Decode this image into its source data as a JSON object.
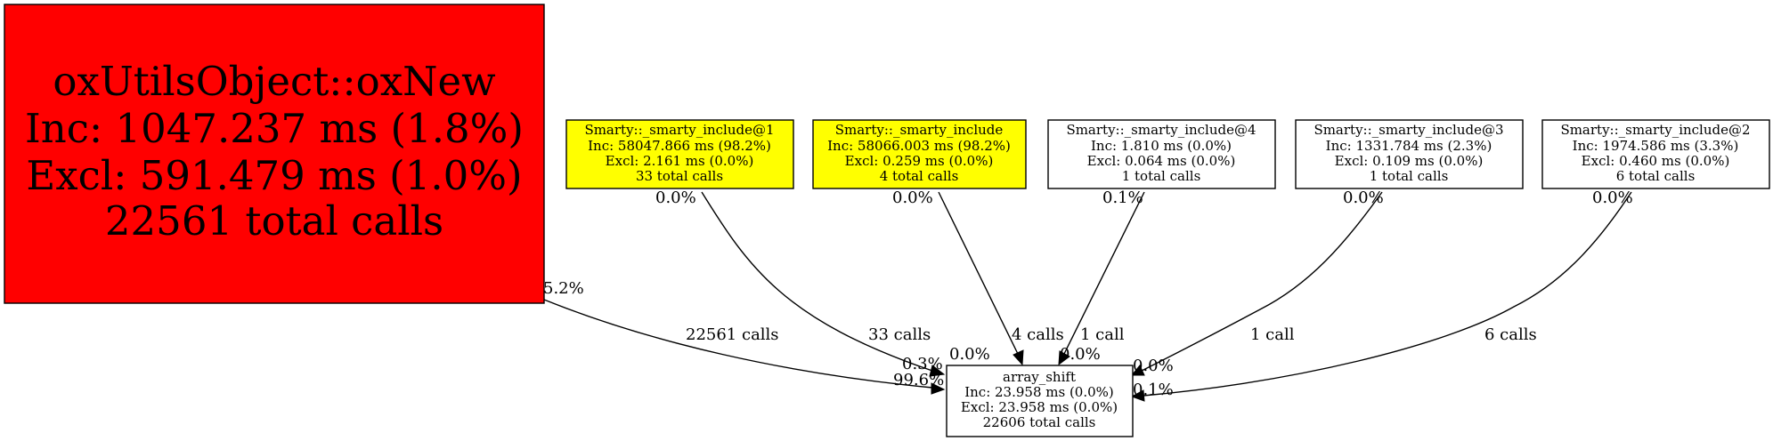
{
  "colors": {
    "hot": "#ff0000",
    "warm": "#ffff00",
    "neutral": "#ffffff",
    "line": "#000000"
  },
  "nodes": {
    "oxnew": {
      "fill": "#ff0000",
      "lines": [
        "oxUtilsObject::oxNew",
        "Inc: 1047.237 ms (1.8%)",
        "Excl: 591.479 ms (1.0%)",
        "22561 total calls"
      ]
    },
    "inc1": {
      "fill": "#ffff00",
      "lines": [
        "Smarty::_smarty_include@1",
        "Inc: 58047.866 ms (98.2%)",
        "Excl: 2.161 ms (0.0%)",
        "33 total calls"
      ]
    },
    "inc": {
      "fill": "#ffff00",
      "lines": [
        "Smarty::_smarty_include",
        "Inc: 58066.003 ms (98.2%)",
        "Excl: 0.259 ms (0.0%)",
        "4 total calls"
      ]
    },
    "inc4": {
      "fill": "#ffffff",
      "lines": [
        "Smarty::_smarty_include@4",
        "Inc: 1.810 ms (0.0%)",
        "Excl: 0.064 ms (0.0%)",
        "1 total calls"
      ]
    },
    "inc3": {
      "fill": "#ffffff",
      "lines": [
        "Smarty::_smarty_include@3",
        "Inc: 1331.784 ms (2.3%)",
        "Excl: 0.109 ms (0.0%)",
        "1 total calls"
      ]
    },
    "inc2": {
      "fill": "#ffffff",
      "lines": [
        "Smarty::_smarty_include@2",
        "Inc: 1974.586 ms (3.3%)",
        "Excl: 0.460 ms (0.0%)",
        "6 total calls"
      ]
    },
    "shift": {
      "fill": "#ffffff",
      "lines": [
        "array_shift",
        "Inc: 23.958 ms (0.0%)",
        "Excl: 23.958 ms (0.0%)",
        "22606 total calls"
      ]
    }
  },
  "edges": [
    {
      "from": "oxnew",
      "to": "shift",
      "calls": "22561 calls",
      "src_pct": "5.2%",
      "dst_pct": "99.6%"
    },
    {
      "from": "inc1",
      "to": "shift",
      "calls": "33 calls",
      "src_pct": "0.0%",
      "dst_pct": "0.3%"
    },
    {
      "from": "inc",
      "to": "shift",
      "calls": "4 calls",
      "src_pct": "0.0%",
      "dst_pct": "0.0%"
    },
    {
      "from": "inc4",
      "to": "shift",
      "calls": "1 call",
      "src_pct": "0.1%",
      "dst_pct": "0.0%"
    },
    {
      "from": "inc3",
      "to": "shift",
      "calls": "1 call",
      "src_pct": "0.0%",
      "dst_pct": "0.0%"
    },
    {
      "from": "inc2",
      "to": "shift",
      "calls": "6 calls",
      "src_pct": "0.0%",
      "dst_pct": "0.1%"
    }
  ]
}
